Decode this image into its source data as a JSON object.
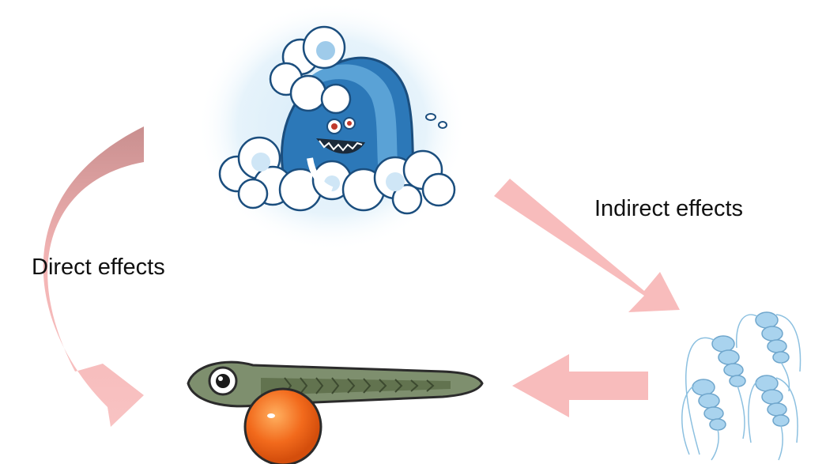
{
  "labels": {
    "direct": "Direct effects",
    "indirect": "Indirect effects"
  },
  "nodes": {
    "storm": "wave-monster",
    "larva": "fish-larva",
    "prey": "copepods"
  },
  "colors": {
    "arrow": "#f8bcbc",
    "arrow_shade": "#d89a9a",
    "wave": "#2c78b8",
    "cloud": "#ffffff",
    "glow": "#cfe6f6",
    "fish": "#7e8f6e",
    "yolk": "#f26a1c",
    "copepod": "#a9d3ee"
  }
}
